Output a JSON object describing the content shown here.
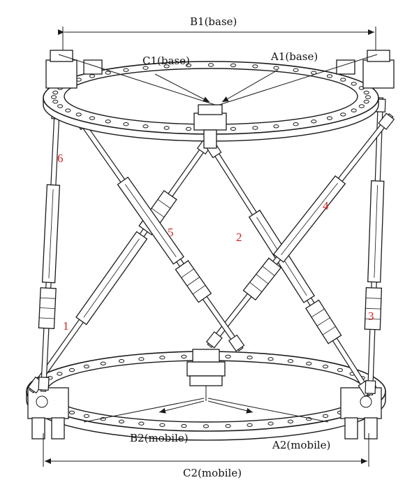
{
  "labels": {
    "b1": "B1(base)",
    "c1": "C1(base)",
    "a1": "A1(base)",
    "b2": "B2(mobile)",
    "a2": "A2(mobile)",
    "c2": "C2(mobile)"
  },
  "struts": [
    "1",
    "2",
    "3",
    "4",
    "5",
    "6"
  ],
  "colors": {
    "strut_number": "#d42020",
    "line": "#1a1a1a",
    "background": "#ffffff"
  }
}
